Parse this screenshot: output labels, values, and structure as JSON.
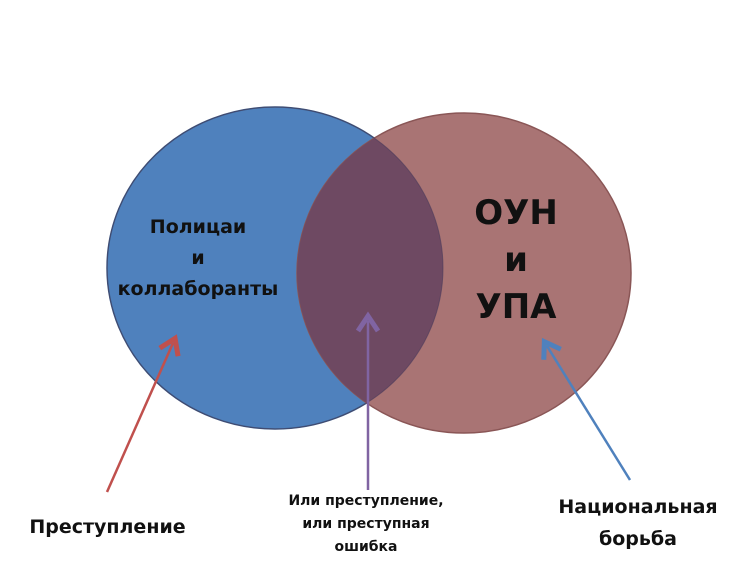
{
  "colors": {
    "left": "#4f81bd",
    "right": "#a97474",
    "overlap": "#6e4962",
    "arrow_left": "#c0504d",
    "arrow_mid": "#8064a2",
    "arrow_right": "#4f81bd"
  },
  "left_set": {
    "lines": [
      "Полицаи",
      "и",
      "коллаборанты"
    ]
  },
  "right_set": {
    "lines": [
      "ОУН",
      "и",
      "УПА"
    ]
  },
  "labels": {
    "left": "Преступление",
    "middle": [
      "Или преступление,",
      "или преступная",
      "ошибка"
    ],
    "right": [
      "Национальная",
      "борьба"
    ]
  }
}
